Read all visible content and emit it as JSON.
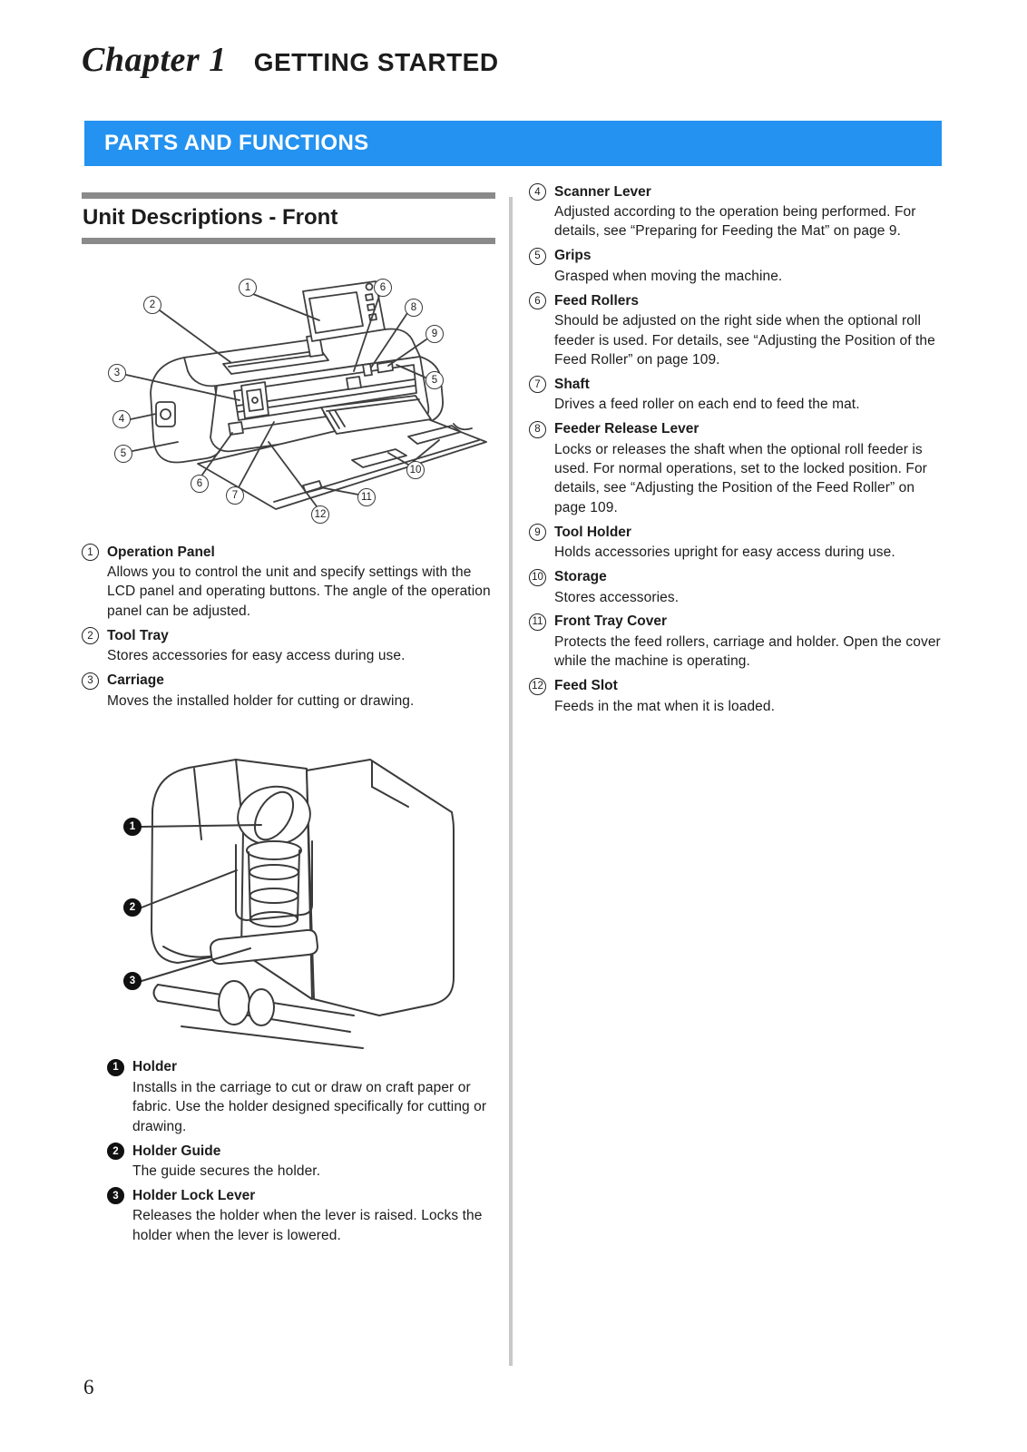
{
  "page": {
    "chapter_label": "Chapter 1",
    "chapter_title": "GETTING STARTED",
    "section_banner": "PARTS AND FUNCTIONS",
    "subsection_title": "Unit Descriptions - Front",
    "page_number": "6"
  },
  "colors": {
    "banner_blue": "#2492f0",
    "heading_bar_gray": "#8a8a8a",
    "column_divider_gray": "#c8c8c8"
  },
  "left_column": {
    "items": [
      {
        "num": "1",
        "title": "Operation Panel",
        "desc": "Allows you to control the unit and specify settings with the LCD panel and operating buttons. The angle of the operation panel can be adjusted."
      },
      {
        "num": "2",
        "title": "Tool Tray",
        "desc": "Stores accessories for easy access during use."
      },
      {
        "num": "3",
        "title": "Carriage",
        "desc": "Moves the installed holder for cutting or drawing."
      }
    ],
    "holder_items": [
      {
        "num": "1",
        "title": "Holder",
        "desc": "Installs in the carriage to cut or draw on craft paper or fabric. Use the holder designed specifically for cutting or drawing."
      },
      {
        "num": "2",
        "title": "Holder Guide",
        "desc": "The guide secures the holder."
      },
      {
        "num": "3",
        "title": "Holder Lock Lever",
        "desc": "Releases the holder when the lever is raised. Locks the holder when the lever is lowered."
      }
    ]
  },
  "right_column": {
    "items": [
      {
        "num": "4",
        "title": "Scanner Lever",
        "desc": "Adjusted according to the operation being performed. For details, see “Preparing for Feeding the Mat” on page 9."
      },
      {
        "num": "5",
        "title": "Grips",
        "desc": "Grasped when moving the machine."
      },
      {
        "num": "6",
        "title": "Feed Rollers",
        "desc": "Should be adjusted on the right side when the optional roll feeder is used. For details, see “Adjusting the Position of the Feed Roller” on page 109."
      },
      {
        "num": "7",
        "title": "Shaft",
        "desc": "Drives a feed roller on each end to feed the mat."
      },
      {
        "num": "8",
        "title": "Feeder Release Lever",
        "desc": "Locks or releases the shaft when the optional roll feeder is used. For normal operations, set to the locked position. For details, see “Adjusting the Position of the Feed Roller” on page 109."
      },
      {
        "num": "9",
        "title": "Tool Holder",
        "desc": "Holds accessories upright for easy access during use."
      },
      {
        "num": "10",
        "title": "Storage",
        "desc": "Stores accessories."
      },
      {
        "num": "11",
        "title": "Front Tray Cover",
        "desc": "Protects the feed rollers, carriage and holder. Open the cover while the machine is operating."
      },
      {
        "num": "12",
        "title": "Feed Slot",
        "desc": "Feeds in the mat when it is loaded."
      }
    ]
  },
  "diagram1": {
    "callout_labels": [
      "1",
      "2",
      "6",
      "8",
      "9",
      "3",
      "5",
      "4",
      "5",
      "6",
      "7",
      "10",
      "11",
      "12"
    ]
  },
  "diagram2": {
    "callout_labels": [
      "1",
      "2",
      "3"
    ]
  }
}
